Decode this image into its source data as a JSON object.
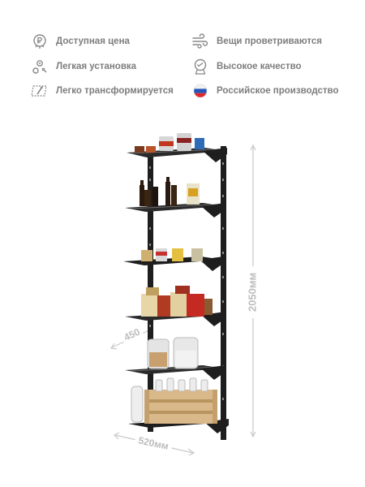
{
  "features": [
    {
      "label": "Доступная цена",
      "icon": "ruble-coin-icon"
    },
    {
      "label": "Легкая установка",
      "icon": "tools-icon"
    },
    {
      "label": "Легко трансформируется",
      "icon": "transform-icon"
    },
    {
      "label": "Вещи проветриваются",
      "icon": "wind-icon"
    },
    {
      "label": "Высокое качество",
      "icon": "quality-badge-icon"
    },
    {
      "label": "Российское производство",
      "icon": "russia-flag-icon"
    }
  ],
  "dimensions": {
    "height": "2050мм",
    "width": "520мм",
    "depth": "450"
  },
  "colors": {
    "text": "#7d7d7d",
    "dimension": "#bdbdbd",
    "rack": "#1e1e1e",
    "flag_white": "#ffffff",
    "flag_blue": "#2255b8",
    "flag_red": "#e0282c"
  }
}
